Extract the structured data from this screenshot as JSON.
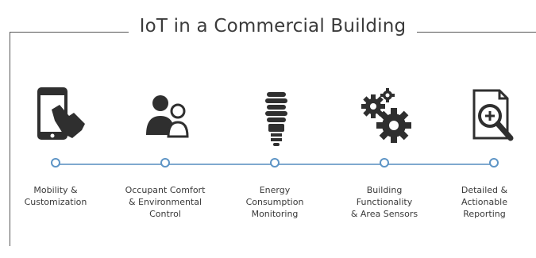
{
  "title": "IoT in a Commercial Building",
  "steps": [
    {
      "label": "Mobility &\nCustomization",
      "icon": "smartphone-touch-icon"
    },
    {
      "label": "Occupant Comfort\n& Environmental\nControl",
      "icon": "occupants-icon"
    },
    {
      "label": "Energy\nConsumption\nMonitoring",
      "icon": "lightbulb-icon"
    },
    {
      "label": "Building\nFunctionality\n& Area Sensors",
      "icon": "gears-icon"
    },
    {
      "label": "Detailed &\nActionable\nReporting",
      "icon": "report-magnifier-icon"
    }
  ],
  "colors": {
    "timeline": "#7fa9cf",
    "node_border": "#5e95c6",
    "icon": "#2f2f2f",
    "text": "#3a3a3a"
  }
}
